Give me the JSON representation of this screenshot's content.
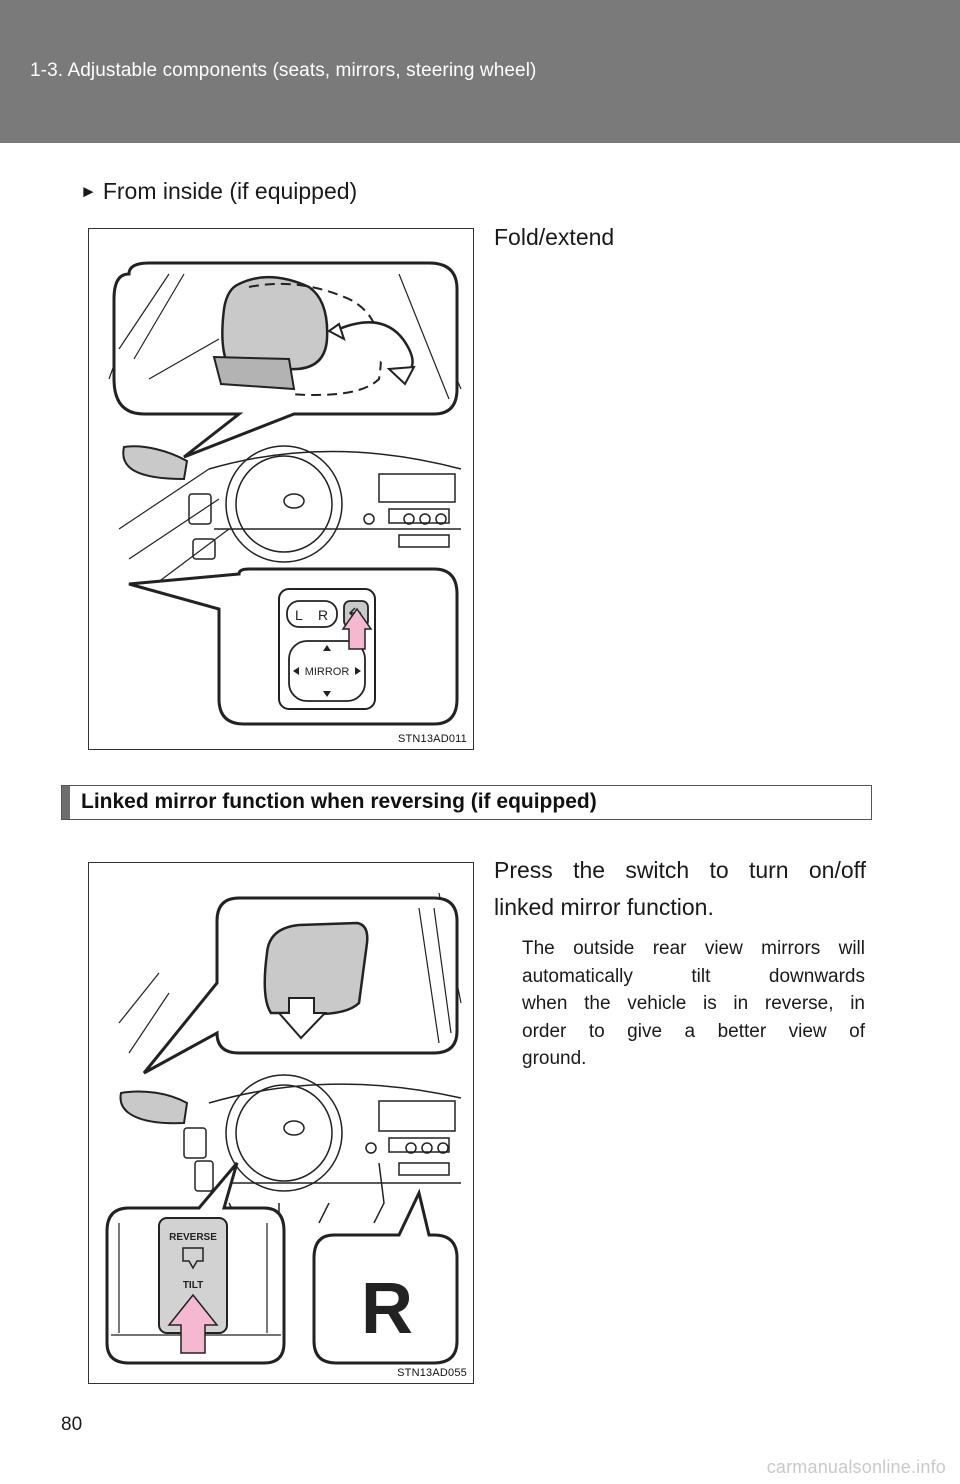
{
  "header": {
    "title": "1-3. Adjustable components (seats, mirrors, steering wheel)"
  },
  "subhead": {
    "marker": "►",
    "text": "From inside (if equipped)"
  },
  "figure1": {
    "caption": "Fold/extend",
    "code": "STN13AD011",
    "switch_left": "L",
    "switch_right": "R",
    "switch_label": "MIRROR"
  },
  "section": {
    "title": "Linked mirror function when reversing (if equipped)"
  },
  "figure2": {
    "code": "STN13AD055",
    "button_top": "REVERSE",
    "button_bottom": "TILT",
    "gear": "R"
  },
  "instruction": {
    "line1": "Press the switch to turn on/off",
    "line2": "linked mirror function."
  },
  "note": {
    "line1": "The outside rear view mirrors will",
    "line2": "automatically tilt downwards",
    "line3": "when the vehicle is in reverse, in",
    "line4": "order to give a better view of",
    "line5": "ground."
  },
  "footer": {
    "page_number": "80",
    "watermark": "carmanualsonline.info"
  },
  "colors": {
    "header": "#7a7a7a",
    "arrow_pink": "#f4b8d0",
    "mirror_gray": "#c9c9c9"
  }
}
